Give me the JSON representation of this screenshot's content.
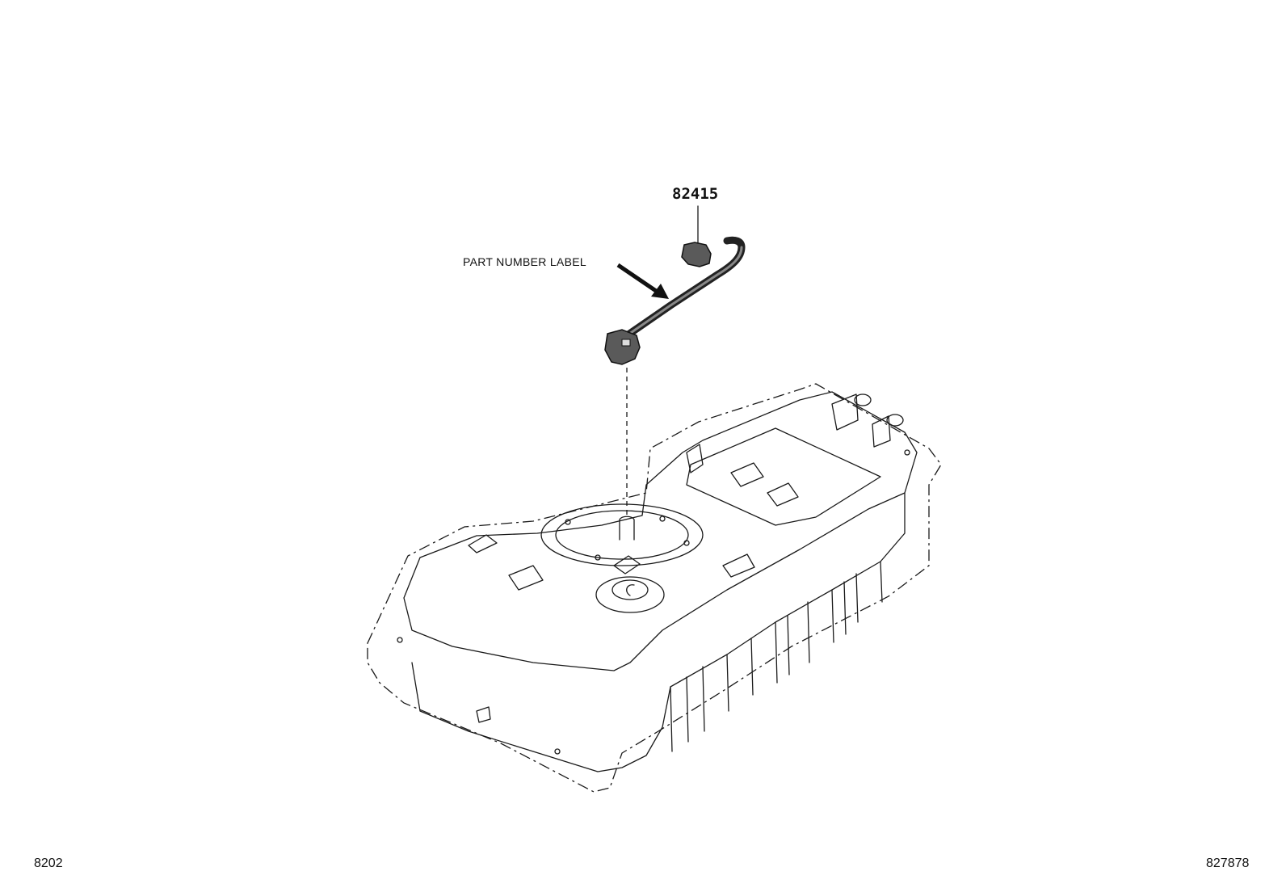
{
  "callouts": [
    {
      "id": "82415",
      "text": "82415"
    }
  ],
  "labels": {
    "part_number_label": "PART NUMBER LABEL"
  },
  "footer": {
    "left_code": "8202",
    "right_code": "827878"
  },
  "colors": {
    "line": "#1a1a1a",
    "background": "#ffffff"
  }
}
